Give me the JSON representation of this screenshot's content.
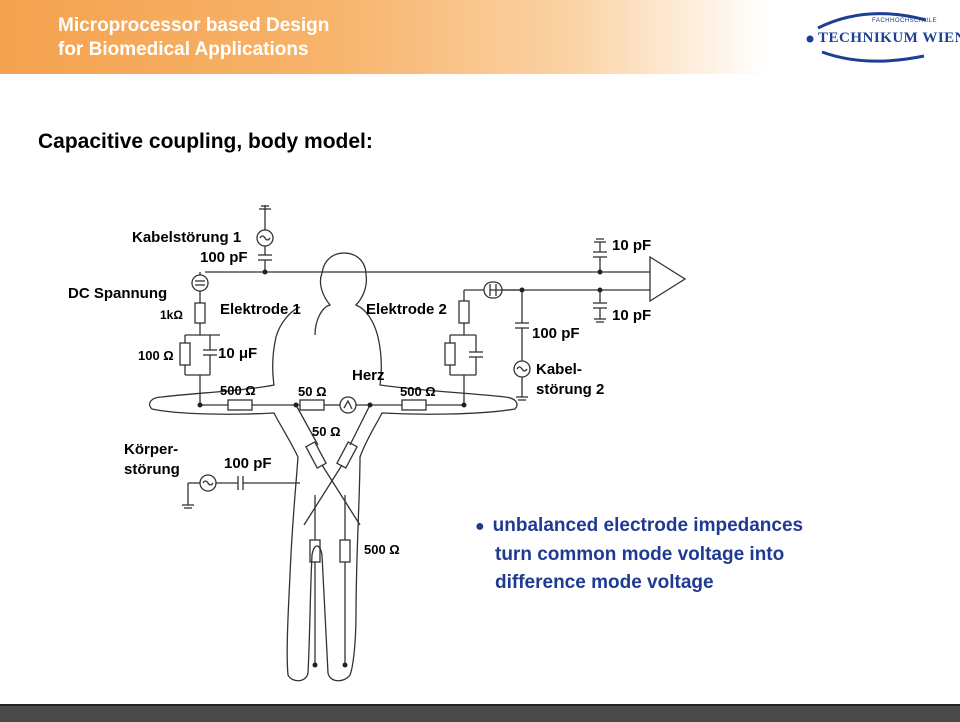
{
  "header": {
    "title_line1": "Microprocessor based Design",
    "title_line2": "for Biomedical Applications",
    "logo_small": "FACHHOCHSCHULE",
    "logo_main": "TECHNIKUM WIEN"
  },
  "slide": {
    "title": "Capacitive coupling, body model:"
  },
  "diagram": {
    "labels": {
      "kabelstoerung1": "Kabelstörung 1",
      "c100pf_top": "100 pF",
      "dc": "DC Spannung",
      "r1k": "1kΩ",
      "elektrode1": "Elektrode 1",
      "r100": "100 Ω",
      "c10uf": "10 μF",
      "r500_left": "500 Ω",
      "r50_top": "50 Ω",
      "herz": "Herz",
      "r500_right": "500 Ω",
      "r50_mid": "50 Ω",
      "elektrode2": "Elektrode 2",
      "c100pf_right": "100 pF",
      "kabel2_a": "Kabel-",
      "kabel2_b": "störung 2",
      "c10pf_top": "10 pF",
      "c10pf_bottom": "10 pF",
      "koerper_a": "Körper-",
      "koerper_b": "störung",
      "c100pf_body": "100 pF",
      "r500_legs": "500 Ω"
    }
  },
  "bullets": {
    "line1": "unbalanced electrode impedances",
    "line2": "turn common mode voltage into",
    "line3": "difference mode voltage"
  },
  "colors": {
    "header_orange": "#f4a24e",
    "bullet_blue": "#1f3a93",
    "logo_blue": "#1c3f94"
  }
}
